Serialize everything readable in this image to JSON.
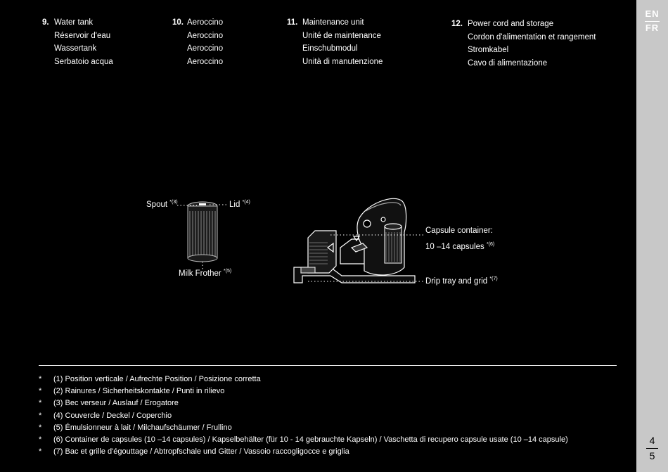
{
  "items": [
    {
      "num": "9.",
      "lines": [
        "Water tank",
        "Réservoir d'eau",
        "Wassertank",
        "Serbatoio acqua"
      ]
    },
    {
      "num": "10.",
      "lines": [
        "Aeroccino",
        "Aeroccino",
        "Aeroccino",
        "Aeroccino"
      ]
    },
    {
      "num": "11.",
      "lines": [
        "Maintenance unit",
        "Unité de maintenance",
        "Einschubmodul",
        "Unità di manutenzione"
      ]
    },
    {
      "num": "12.",
      "lines": [
        "Power cord and storage",
        "Cordon d'alimentation et rangement",
        "Stromkabel",
        "Cavo di alimentazione"
      ]
    }
  ],
  "languages": [
    "EN",
    "FR"
  ],
  "page_numbers": [
    "4",
    "5"
  ],
  "callouts": {
    "spout": {
      "label": "Spout",
      "ref": "*(3)"
    },
    "lid": {
      "label": "Lid",
      "ref": "*(4)"
    },
    "milk_frother": {
      "label": "Milk Frother",
      "ref": "*(5)"
    },
    "capsule_container_line1": "Capsule container:",
    "capsule_container_line2": "10 –14 capsules",
    "capsule_container_ref": "*(6)",
    "drip_tray": {
      "label": "Drip tray and grid",
      "ref": "*(7)"
    }
  },
  "footnotes": [
    {
      "star": "*",
      "text": "(1) Position verticale / Aufrechte Position / Posizione corretta"
    },
    {
      "star": "*",
      "text": "(2) Rainures / Sicherheitskontakte / Punti in rilievo"
    },
    {
      "star": "*",
      "text": "(3) Bec verseur / Auslauf / Erogatore"
    },
    {
      "star": "*",
      "text": "(4) Couvercle / Deckel / Coperchio"
    },
    {
      "star": "*",
      "text": "(5) Émulsionneur à lait / Milchaufschäumer / Frullino"
    },
    {
      "star": "*",
      "text": "(6) Container de capsules (10 –14 capsules) / Kapselbehälter (für 10 - 14 gebrauchte Kapseln)  / Vaschetta di recupero capsule usate (10 –14 capsule)"
    },
    {
      "star": "*",
      "text": "(7) Bac et grille d'égouttage / Abtropfschale und Gitter / Vassoio raccogligocce e griglia"
    }
  ]
}
